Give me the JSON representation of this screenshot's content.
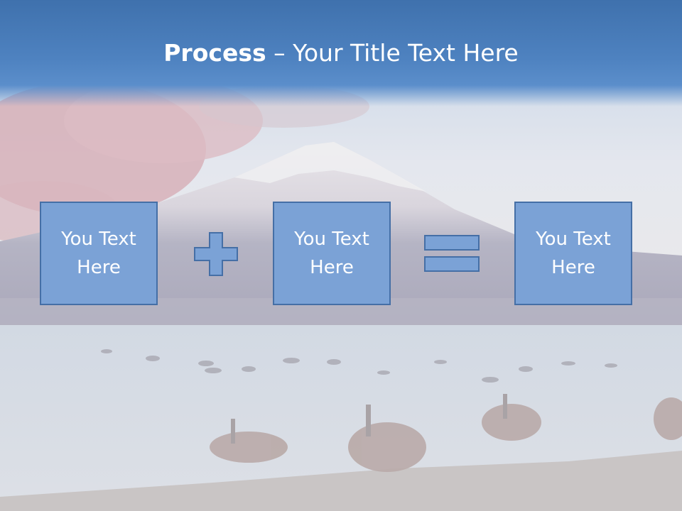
{
  "slide": {
    "title_bold": "Process",
    "title_rest": " – Your Title Text Here",
    "boxes": [
      {
        "text": "You Text Here"
      },
      {
        "text": "You Text Here"
      },
      {
        "text": "You Text Here"
      }
    ],
    "operators": [
      "plus-icon",
      "equals-icon"
    ]
  },
  "colors": {
    "title_bar": "#4e82c0",
    "box_fill": "#7ba2d6",
    "box_border": "#456fa6",
    "text": "#ffffff"
  }
}
